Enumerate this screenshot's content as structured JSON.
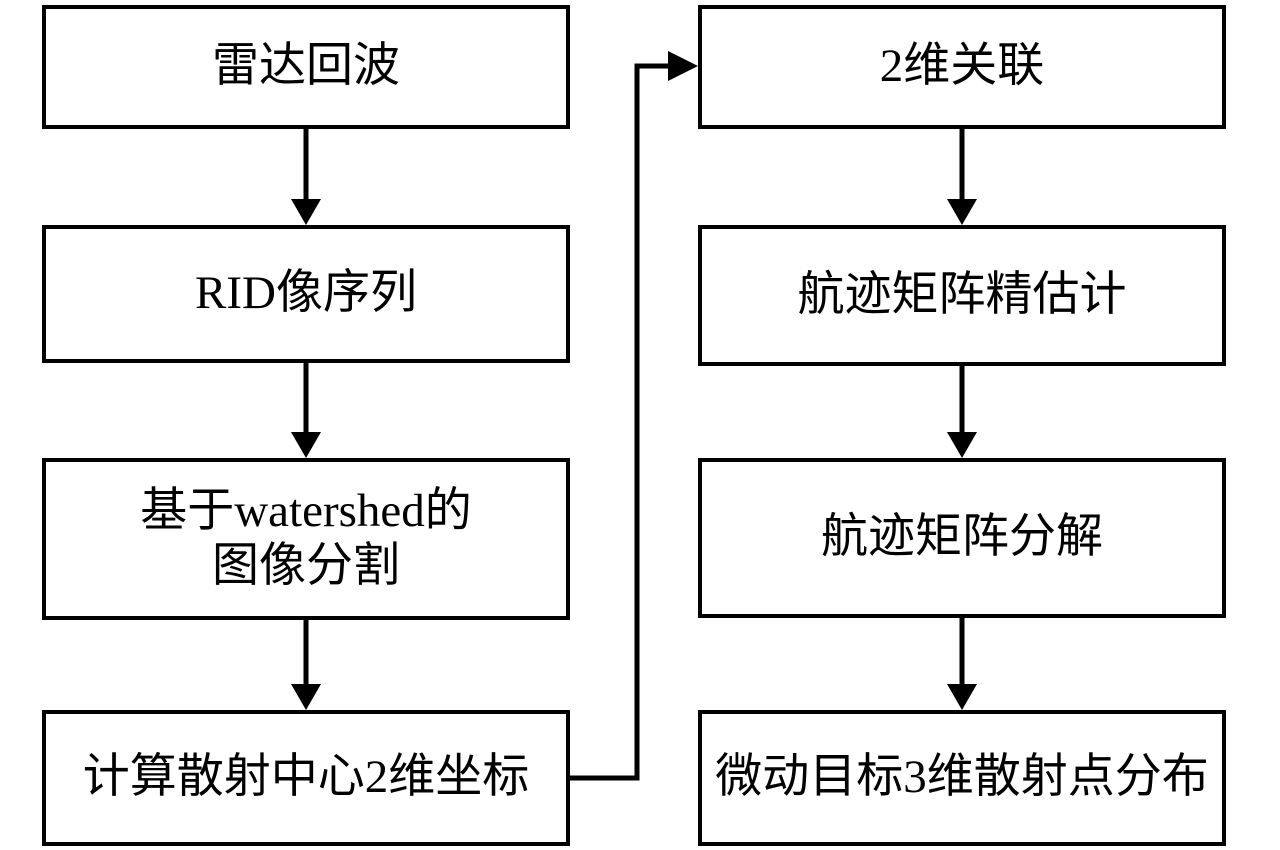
{
  "diagram": {
    "title": "micro-motion target 3D scattering point reconstruction flowchart",
    "colors": {
      "line": "#000000",
      "background": "#ffffff",
      "box_fill": "#ffffff",
      "text": "#000000"
    },
    "nodes": {
      "left": [
        {
          "id": "radar-echo",
          "lines": [
            "雷达回波"
          ]
        },
        {
          "id": "rid-image-sequence",
          "lines": [
            "RID像序列"
          ]
        },
        {
          "id": "watershed-segmentation",
          "lines": [
            "基于watershed的",
            "图像分割"
          ]
        },
        {
          "id": "scattering-center-2d",
          "lines": [
            "计算散射中心2维坐标"
          ]
        }
      ],
      "right": [
        {
          "id": "2d-association",
          "lines": [
            "2维关联"
          ]
        },
        {
          "id": "track-matrix-estimation",
          "lines": [
            "航迹矩阵精估计"
          ]
        },
        {
          "id": "track-matrix-decomposition",
          "lines": [
            "航迹矩阵分解"
          ]
        },
        {
          "id": "micromotion-3d-distribution",
          "lines": [
            "微动目标3维散射点分布"
          ]
        }
      ]
    },
    "edges": [
      {
        "from": "radar-echo",
        "to": "rid-image-sequence"
      },
      {
        "from": "rid-image-sequence",
        "to": "watershed-segmentation"
      },
      {
        "from": "watershed-segmentation",
        "to": "scattering-center-2d"
      },
      {
        "from": "scattering-center-2d",
        "to": "2d-association"
      },
      {
        "from": "2d-association",
        "to": "track-matrix-estimation"
      },
      {
        "from": "track-matrix-estimation",
        "to": "track-matrix-decomposition"
      },
      {
        "from": "track-matrix-decomposition",
        "to": "micromotion-3d-distribution"
      }
    ]
  }
}
